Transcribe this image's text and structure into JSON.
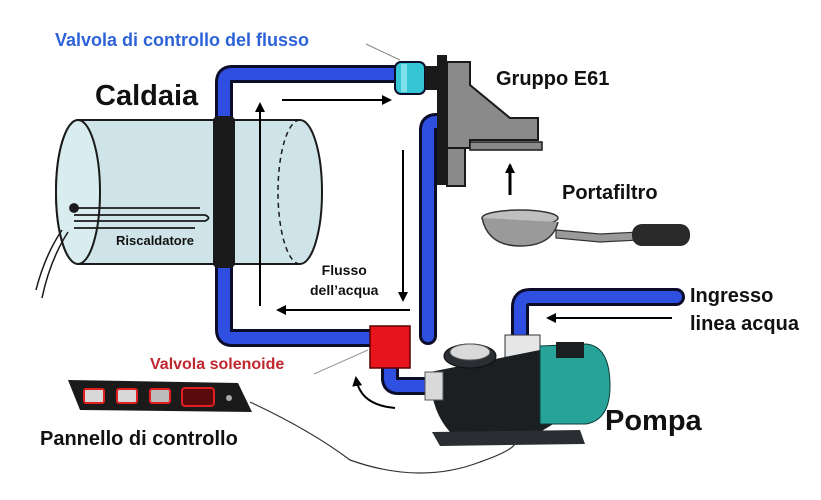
{
  "labels": {
    "caldaia": "Caldaia",
    "valvola_flusso": "Valvola di controllo del flusso",
    "gruppo": "Gruppo E61",
    "portafiltro": "Portafiltro",
    "riscaldatore": "Riscaldatore",
    "flusso_line1": "Flusso",
    "flusso_line2": "dell’acqua",
    "ingresso_line1": "Ingresso",
    "ingresso_line2": "linea acqua",
    "solenoide": "Valvola solenoide",
    "pompa": "Pompa",
    "pannello": "Pannello di controllo"
  },
  "colors": {
    "pipe": "#2f4fe0",
    "pipe_outline": "#0b0b2a",
    "flow_valve": "#35c6d6",
    "solenoid_valve": "#e8141c",
    "boiler": "#cfe4e8",
    "pump_body": "#1c1f22",
    "pump_motor": "#27a39a",
    "label_blue": "#2e63d8",
    "label_red": "#c0262d"
  }
}
